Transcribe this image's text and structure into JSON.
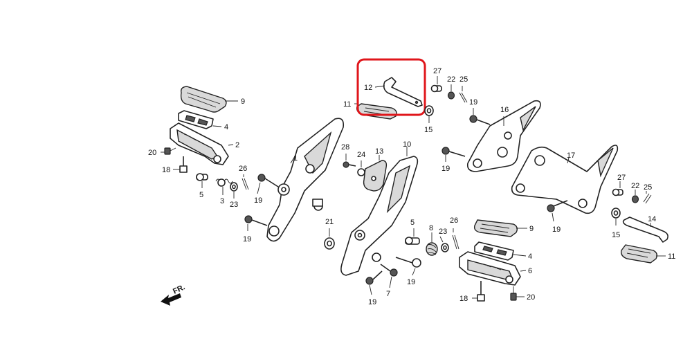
{
  "diagram": {
    "direction_label": "FR.",
    "highlight_color": "#e0161b",
    "callouts": {
      "p1": "1",
      "p2": "2",
      "p3": "3",
      "p4a": "4",
      "p4b": "4",
      "p5a": "5",
      "p5b": "5",
      "p6": "6",
      "p7": "7",
      "p8": "8",
      "p9a": "9",
      "p9b": "9",
      "p10": "10",
      "p11a": "11",
      "p11b": "11",
      "p12": "12",
      "p13": "13",
      "p14": "14",
      "p15a": "15",
      "p15b": "15",
      "p16": "16",
      "p17": "17",
      "p18a": "18",
      "p18b": "18",
      "p19a": "19",
      "p19b": "19",
      "p19c": "19",
      "p19d": "19",
      "p19e": "19",
      "p19f": "19",
      "p19g": "19",
      "p20a": "20",
      "p20b": "20",
      "p21": "21",
      "p22a": "22",
      "p22b": "22",
      "p23a": "23",
      "p23b": "23",
      "p24": "24",
      "p25a": "25",
      "p25b": "25",
      "p26a": "26",
      "p26b": "26",
      "p27a": "27",
      "p27b": "27",
      "p28": "28"
    }
  }
}
